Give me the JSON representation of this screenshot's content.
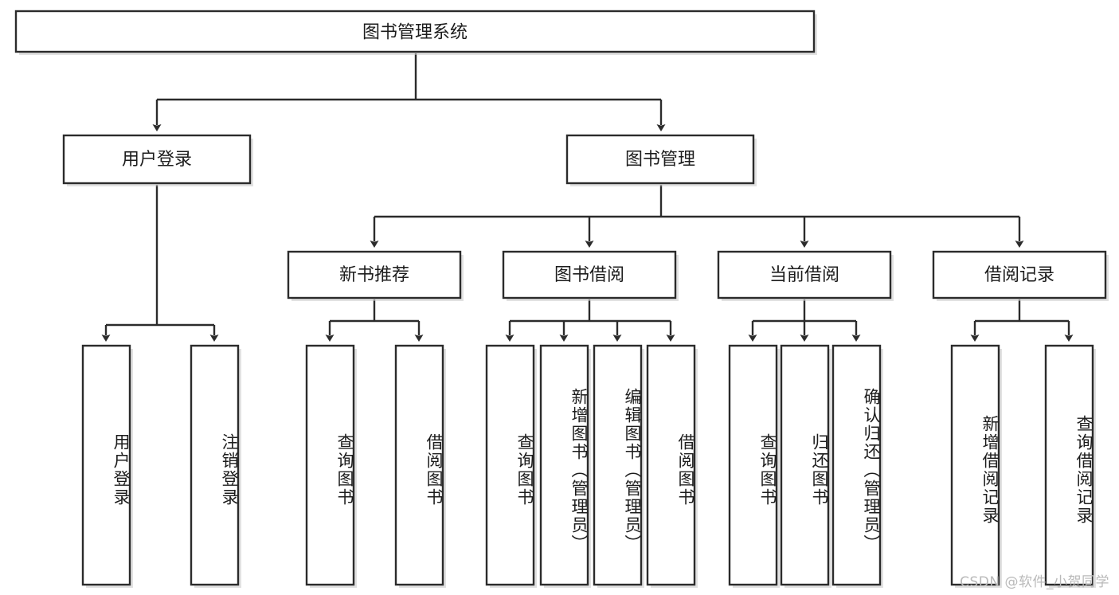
{
  "diagram": {
    "type": "tree-hierarchy-flowchart",
    "title_node": {
      "label": "图书管理系统"
    },
    "level2": [
      {
        "id": "user-login",
        "label": "用户登录"
      },
      {
        "id": "book-management",
        "label": "图书管理"
      }
    ],
    "level3": [
      {
        "id": "new-book-recommend",
        "label": "新书推荐",
        "parent": "book-management"
      },
      {
        "id": "book-borrow",
        "label": "图书借阅",
        "parent": "book-management"
      },
      {
        "id": "current-borrow",
        "label": "当前借阅",
        "parent": "book-management"
      },
      {
        "id": "borrow-record",
        "label": "借阅记录",
        "parent": "book-management"
      }
    ],
    "leaves": {
      "user-login": [
        {
          "id": "leaf-user-login",
          "label": "用户登录"
        },
        {
          "id": "leaf-logout-login",
          "label": "注销登录"
        }
      ],
      "new-book-recommend": [
        {
          "id": "leaf-query-book-1",
          "label": "查询图书"
        },
        {
          "id": "leaf-borrow-book-1",
          "label": "借阅图书"
        }
      ],
      "book-borrow": [
        {
          "id": "leaf-query-book-2",
          "label": "查询图书"
        },
        {
          "id": "leaf-add-book-admin",
          "label": "新增图书（管理员）"
        },
        {
          "id": "leaf-edit-book-admin",
          "label": "编辑图书（管理员）"
        },
        {
          "id": "leaf-borrow-book-2",
          "label": "借阅图书"
        }
      ],
      "current-borrow": [
        {
          "id": "leaf-query-book-3",
          "label": "查询图书"
        },
        {
          "id": "leaf-return-book",
          "label": "归还图书"
        },
        {
          "id": "leaf-confirm-return-admin",
          "label": "确认归还（管理员）"
        }
      ],
      "borrow-record": [
        {
          "id": "leaf-add-borrow-record",
          "label": "新增借阅记录"
        },
        {
          "id": "leaf-query-borrow-record",
          "label": "查询借阅记录"
        }
      ]
    }
  },
  "watermark": {
    "text": "CSDN @软件_小贺同学"
  },
  "colors": {
    "stroke": "#2b2b2b",
    "fill": "#ffffff",
    "text": "#1c1c1c",
    "watermark": "#b9b9b9",
    "background": "#ffffff"
  }
}
